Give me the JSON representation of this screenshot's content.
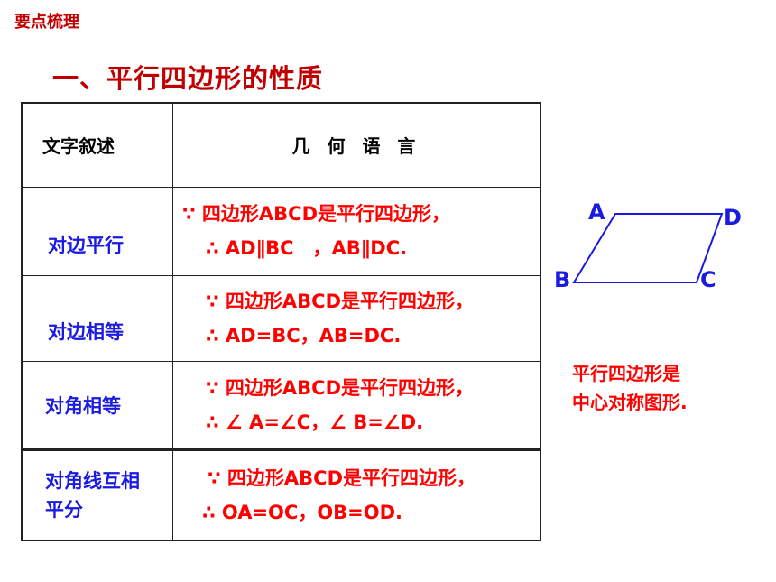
{
  "tag": "要点梳理",
  "section_title": "一、平行四边形的性质",
  "table": {
    "header_left": "文字叙述",
    "header_right": "几 何 语 言",
    "rows": [
      {
        "label": "对边平行",
        "line1": "∵ 四边形ABCD是平行四边形，",
        "line2": "∴ AD∥BC　，AB∥DC."
      },
      {
        "label": "对边相等",
        "line1": "∵ 四边形ABCD是平行四边形，",
        "line2": "∴ AD=BC，AB=DC."
      },
      {
        "label": "对角相等",
        "line1": "∵ 四边形ABCD是平行四边形，",
        "line2": "∴ ∠ A=∠C，∠ B=∠D."
      },
      {
        "label": "对角线互相平分",
        "line1": "∵ 四边形ABCD是平行四边形，",
        "line2": "∴ OA=OC，OB=OD."
      }
    ]
  },
  "diagram": {
    "vertex_a": "A",
    "vertex_b": "B",
    "vertex_c": "C",
    "vertex_d": "D",
    "label_color": "#1a1ae0"
  },
  "note": {
    "line1": "平行四边形是",
    "line2": "中心对称图形."
  },
  "colors": {
    "accent_red": "#ff0000",
    "title_red": "#c00000",
    "label_blue": "#1a1ae0"
  }
}
